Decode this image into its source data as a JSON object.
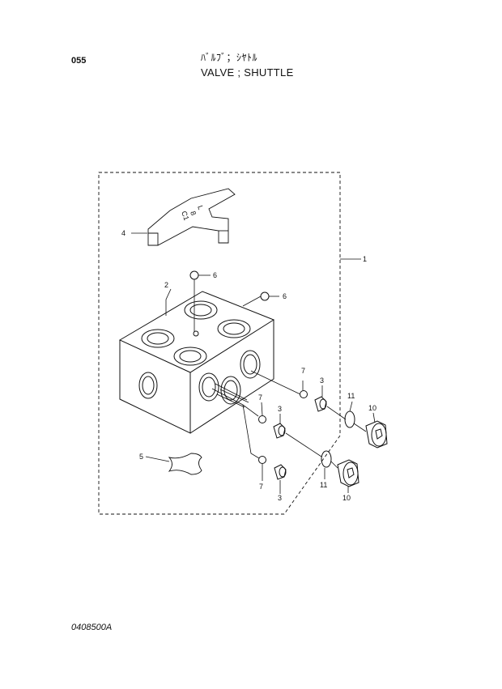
{
  "header": {
    "page_number": "055",
    "title_jp": "ﾊﾞﾙﾌﾞ；ｼﾔﾄﾙ",
    "title_en": "VALVE ; SHUTTLE"
  },
  "footer": {
    "doc_code": "0408500A"
  },
  "callouts": [
    "1",
    "2",
    "3",
    "3",
    "3",
    "4",
    "5",
    "6",
    "6",
    "7",
    "7",
    "7",
    "10",
    "10",
    "11",
    "11"
  ],
  "bracket_texts": [
    "8",
    "C1",
    "L"
  ],
  "colors": {
    "ink": "#111111",
    "paper": "#ffffff"
  }
}
